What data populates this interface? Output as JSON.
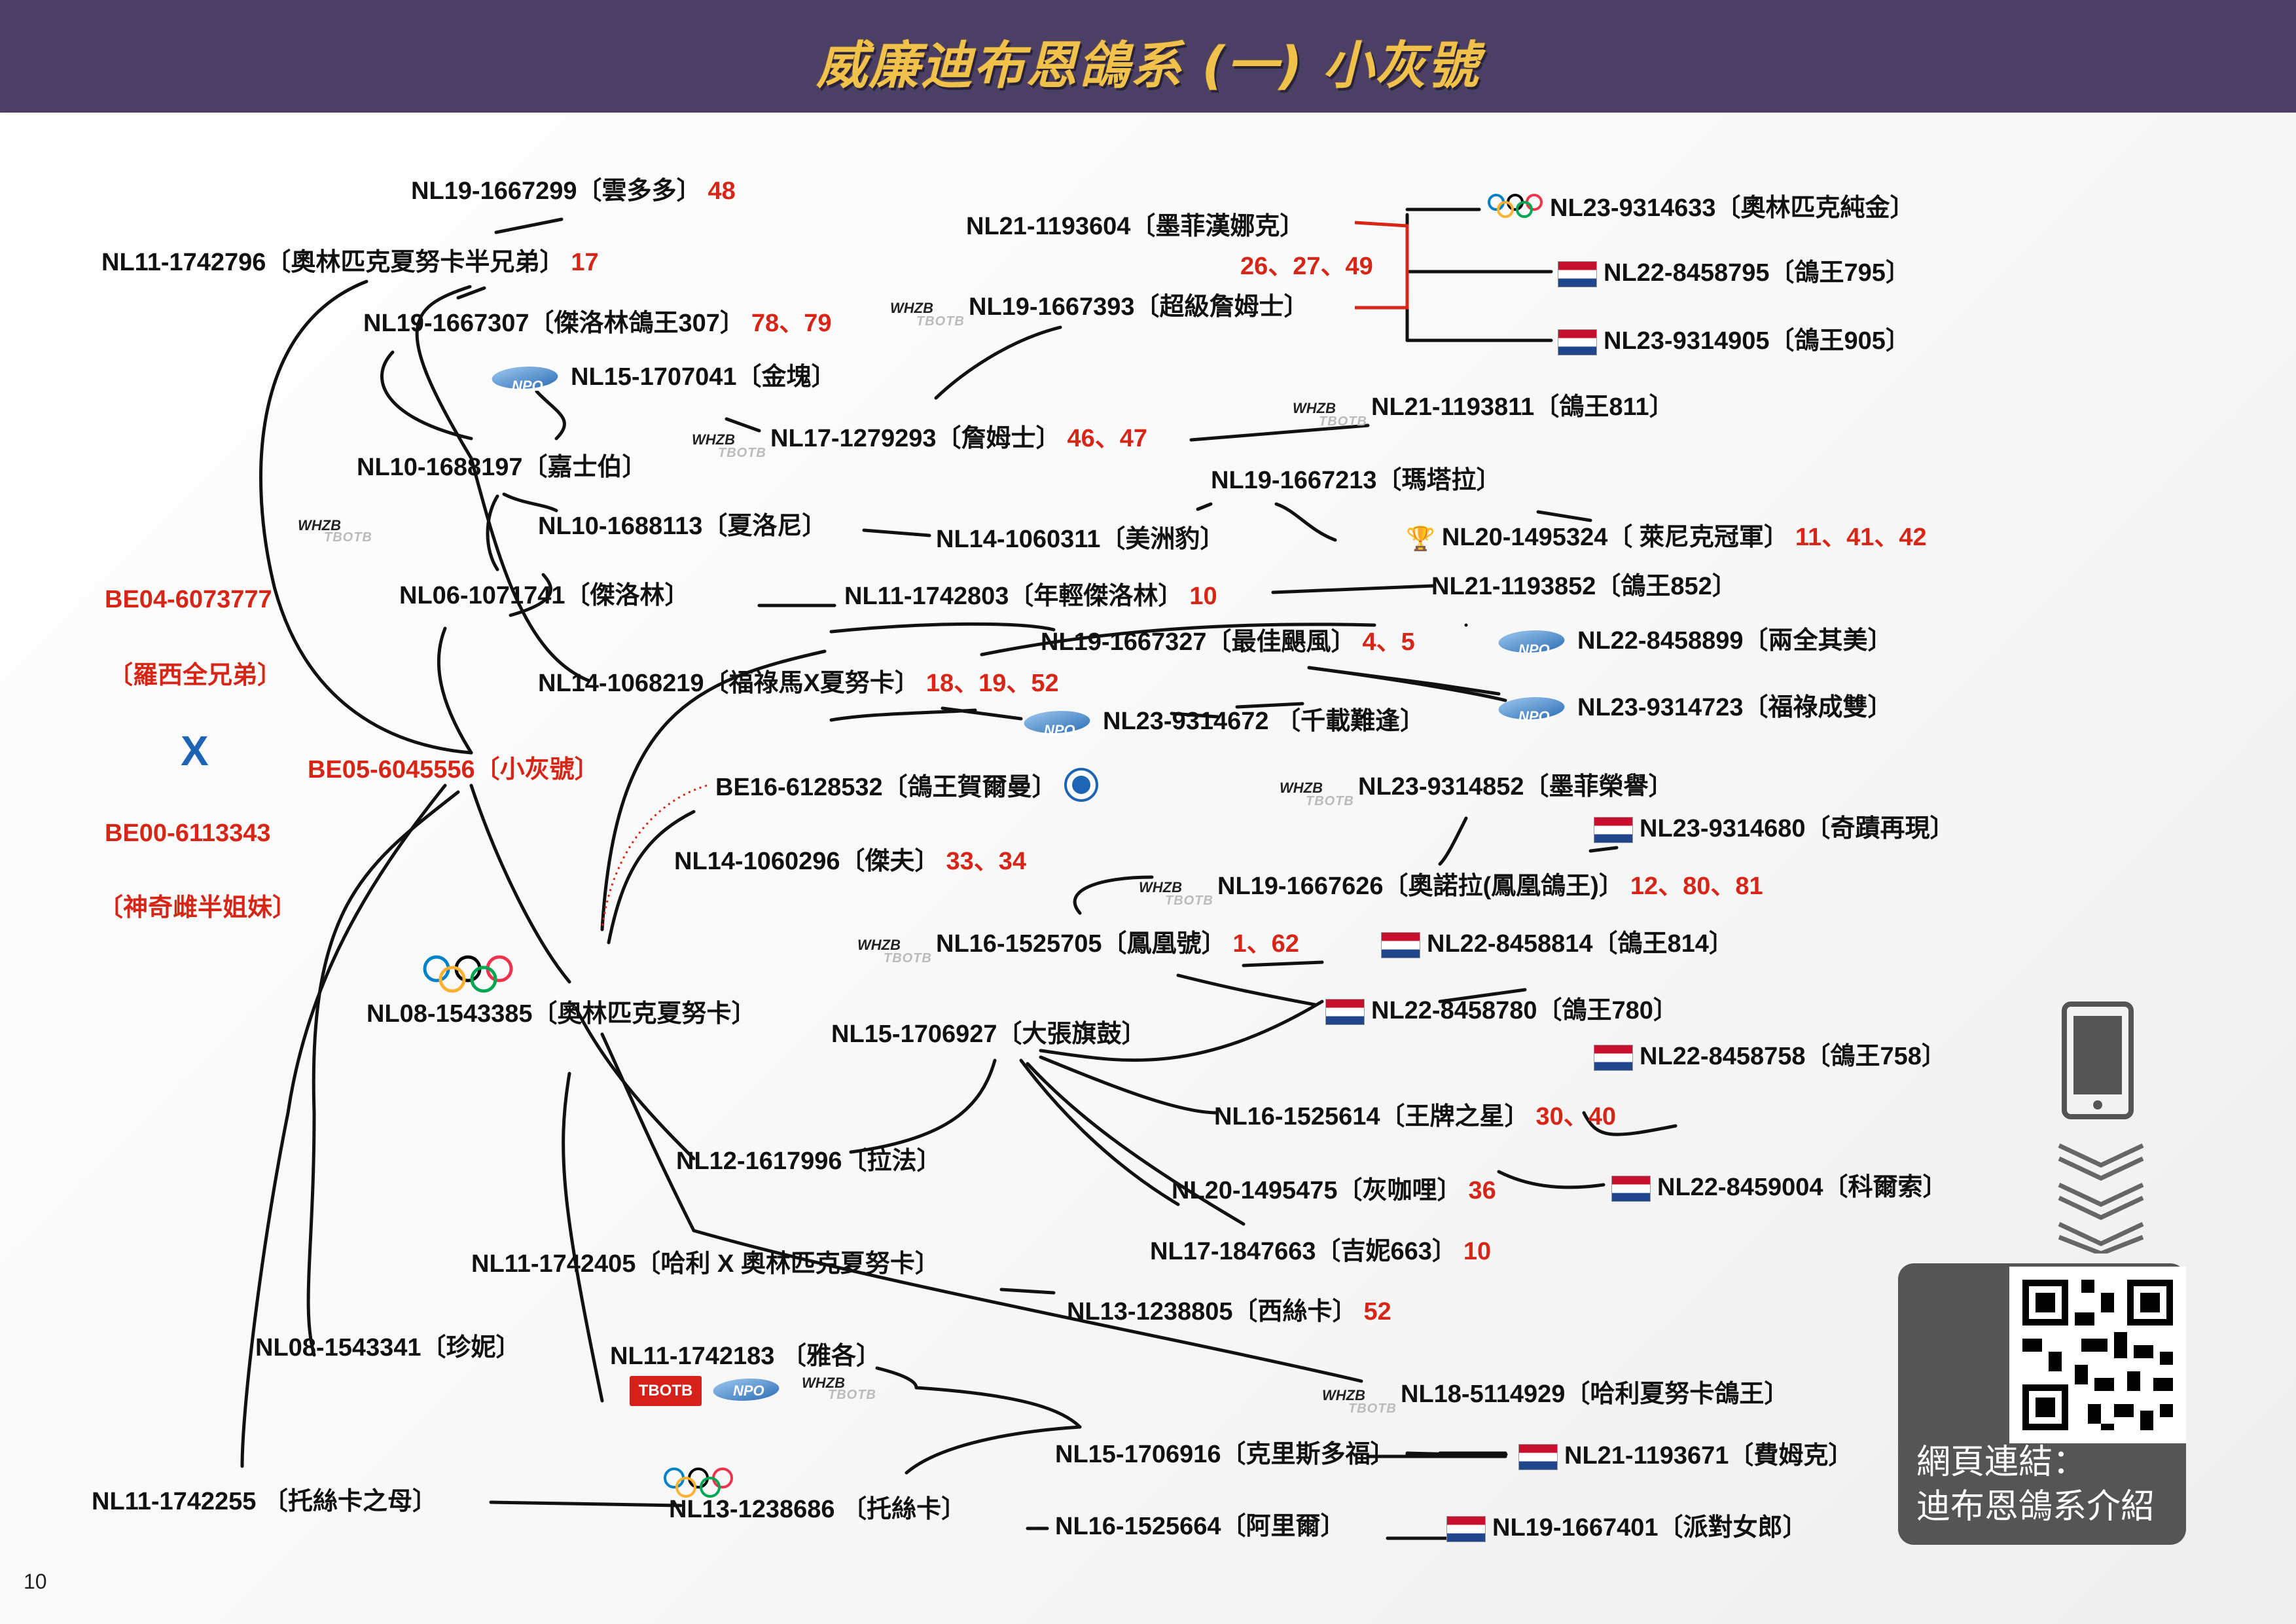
{
  "header": {
    "title": "威廉迪布恩鴿系 (一) 小灰號"
  },
  "page": {
    "number": "10"
  },
  "parents": {
    "sire_ring": "BE04-6073777",
    "sire_name": "〔羅西全兄弟〕",
    "cross": "X",
    "dam_ring": "BE00-6113343",
    "dam_name": "〔神奇雌半姐妹〕"
  },
  "colors": {
    "header": "#4c3f66",
    "title": "#f0c24b",
    "accent_red": "#d62618",
    "cross_blue": "#1e64b4"
  },
  "badges": {
    "tbotb": "TBOTB",
    "whzb_top": "WHZB",
    "whzb_bottom": "TBOTB",
    "npo": "NPO"
  },
  "qr": {
    "caption_line1": "網頁連結：",
    "caption_line2": "迪布恩鴿系介紹"
  },
  "nodes": [
    {
      "label": "NL19-1667299〔雲多多〕",
      "gen": "48"
    },
    {
      "label": "NL11-1742796〔奧林匹克夏努卡半兄弟〕",
      "gen": "17"
    },
    {
      "label": "NL19-1667307〔傑洛林鴿王307〕",
      "gen": "78、79"
    },
    {
      "label": "NL15-1707041〔金塊〕",
      "gen": ""
    },
    {
      "label": "NL10-1688197〔嘉士伯〕",
      "gen": ""
    },
    {
      "label": "NL17-1279293〔詹姆士〕",
      "gen": "46、47"
    },
    {
      "label": "NL10-1688113〔夏洛尼〕",
      "gen": ""
    },
    {
      "label": "NL14-1060311〔美洲豹〕",
      "gen": ""
    },
    {
      "label": "NL06-1071741〔傑洛林〕",
      "gen": ""
    },
    {
      "label": "NL11-1742803〔年輕傑洛林〕",
      "gen": "10"
    },
    {
      "label": "NL14-1068219〔福祿馬X夏努卡〕",
      "gen": "18、19、52"
    },
    {
      "label": "BE05-6045556〔小灰號〕",
      "gen": ""
    },
    {
      "label": "BE16-6128532〔鴿王賀爾曼〕",
      "gen": ""
    },
    {
      "label": "NL14-1060296〔傑夫〕",
      "gen": "33、34"
    },
    {
      "label": "NL08-1543385〔奧林匹克夏努卡〕",
      "gen": ""
    },
    {
      "label": "NL15-1706927〔大張旗鼓〕",
      "gen": ""
    },
    {
      "label": "NL12-1617996〔拉法〕",
      "gen": ""
    },
    {
      "label": "NL11-1742405〔哈利 X 奧林匹克夏努卡〕",
      "gen": ""
    },
    {
      "label": "NL08-1543341〔珍妮〕",
      "gen": ""
    },
    {
      "label": "NL11-1742183 〔雅各〕",
      "gen": ""
    },
    {
      "label": "NL11-1742255 〔托絲卡之母〕",
      "gen": ""
    },
    {
      "label": "NL13-1238686 〔托絲卡〕",
      "gen": ""
    },
    {
      "label": "NL21-1193604〔墨菲漢娜克〕",
      "gen": ""
    },
    {
      "label": "26、27、49",
      "gen": ""
    },
    {
      "label": "NL19-1667393〔超級詹姆士〕",
      "gen": ""
    },
    {
      "label": "NL23-9314633〔奧林匹克純金〕",
      "gen": ""
    },
    {
      "label": "NL22-8458795〔鴿王795〕",
      "gen": ""
    },
    {
      "label": "NL23-9314905〔鴿王905〕",
      "gen": ""
    },
    {
      "label": "NL21-1193811〔鴿王811〕",
      "gen": ""
    },
    {
      "label": "NL19-1667213〔瑪塔拉〕",
      "gen": ""
    },
    {
      "label": "NL20-1495324〔 萊尼克冠軍〕",
      "gen": "11、41、42"
    },
    {
      "label": "NL21-1193852〔鴿王852〕",
      "gen": ""
    },
    {
      "label": "NL19-1667327〔最佳颶風〕",
      "gen": "4、5"
    },
    {
      "label": "NL22-8458899〔兩全其美〕",
      "gen": ""
    },
    {
      "label": "NL23-9314672 〔千載難逢〕",
      "gen": ""
    },
    {
      "label": "NL23-9314723〔福祿成雙〕",
      "gen": ""
    },
    {
      "label": "NL23-9314852〔墨菲榮譽〕",
      "gen": ""
    },
    {
      "label": "NL23-9314680〔奇蹟再現〕",
      "gen": ""
    },
    {
      "label": "NL19-1667626〔奧諾拉(鳳凰鴿王)〕",
      "gen": "12、80、81"
    },
    {
      "label": "NL16-1525705〔鳳凰號〕",
      "gen": "1、62"
    },
    {
      "label": "NL22-8458814〔鴿王814〕",
      "gen": ""
    },
    {
      "label": "NL22-8458780〔鴿王780〕",
      "gen": ""
    },
    {
      "label": "NL22-8458758〔鴿王758〕",
      "gen": ""
    },
    {
      "label": "NL16-1525614〔王牌之星〕",
      "gen": "30、40"
    },
    {
      "label": "NL20-1495475〔灰咖哩〕",
      "gen": "36"
    },
    {
      "label": "NL22-8459004〔科爾索〕",
      "gen": ""
    },
    {
      "label": "NL17-1847663〔吉妮663〕",
      "gen": "10"
    },
    {
      "label": "NL13-1238805〔西絲卡〕",
      "gen": "52"
    },
    {
      "label": "NL18-5114929〔哈利夏努卡鴿王〕",
      "gen": ""
    },
    {
      "label": "NL15-1706916〔克里斯多福〕",
      "gen": ""
    },
    {
      "label": "NL21-1193671〔費姆克〕",
      "gen": ""
    },
    {
      "label": "NL16-1525664〔阿里爾〕",
      "gen": ""
    },
    {
      "label": "NL19-1667401〔派對女郎〕",
      "gen": ""
    }
  ]
}
